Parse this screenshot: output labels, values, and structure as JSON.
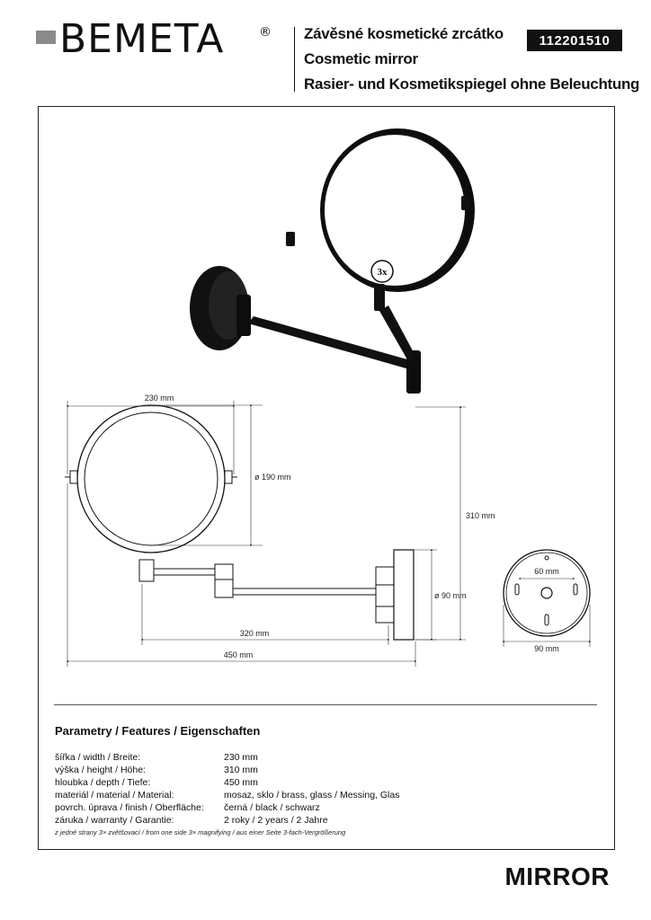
{
  "header": {
    "brand": "BEMETA",
    "registered_mark": "®",
    "title_cs": "Závěsné kosmetické zrcátko",
    "title_en": "Cosmetic mirror",
    "title_de": "Rasier- und Kosmetikspiegel ohne Beleuchtung",
    "product_code": "112201510"
  },
  "drawing": {
    "magnification_badge": "3x",
    "dim_width": "230 mm",
    "dim_mirror_diameter": "ø 190 mm",
    "dim_height": "310 mm",
    "dim_plate_diameter": "ø 90 mm",
    "dim_arm": "320 mm",
    "dim_depth": "450 mm",
    "dim_holes": "60 mm",
    "dim_plate_width": "90 mm"
  },
  "features": {
    "title": "Parametry / Features / Eigenschaften",
    "rows": [
      {
        "label": "šířka / width / Breite:",
        "value": "230 mm"
      },
      {
        "label": "výška / height / Höhe:",
        "value": "310 mm"
      },
      {
        "label": "hloubka / depth / Tiefe:",
        "value": "450 mm"
      },
      {
        "label": "materiál / material / Material:",
        "value": "mosaz, sklo / brass, glass / Messing, Glas"
      },
      {
        "label": "povrch. úprava / finish / Oberfläche:",
        "value": "černá / black / schwarz"
      },
      {
        "label": "záruka / warranty / Garantie:",
        "value": "2 roky / 2 years / 2 Jahre"
      }
    ],
    "footnote": "z jedné strany 3× zvětšovací / from one side 3× magnifying / aus einer Seite 3-fach-Vergrößerung"
  },
  "footer": {
    "category": "MIRROR"
  }
}
